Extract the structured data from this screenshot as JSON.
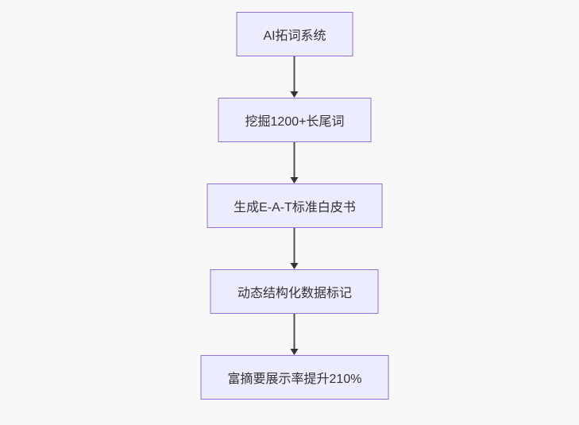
{
  "diagram": {
    "type": "flowchart",
    "direction": "top-down",
    "colors": {
      "background": "#f8f8f8",
      "node_fill": "#ececff",
      "node_border": "#9370db",
      "node_text": "#333333",
      "arrow": "#333333"
    },
    "nodes": [
      {
        "id": "step-1",
        "label": "AI拓词系统"
      },
      {
        "id": "step-2",
        "label": "挖掘1200+长尾词"
      },
      {
        "id": "step-3",
        "label": "生成E-A-T标准白皮书"
      },
      {
        "id": "step-4",
        "label": "动态结构化数据标记"
      },
      {
        "id": "step-5",
        "label": "富摘要展示率提升210%"
      }
    ],
    "edges": [
      {
        "from": "step-1",
        "to": "step-2"
      },
      {
        "from": "step-2",
        "to": "step-3"
      },
      {
        "from": "step-3",
        "to": "step-4"
      },
      {
        "from": "step-4",
        "to": "step-5"
      }
    ]
  }
}
